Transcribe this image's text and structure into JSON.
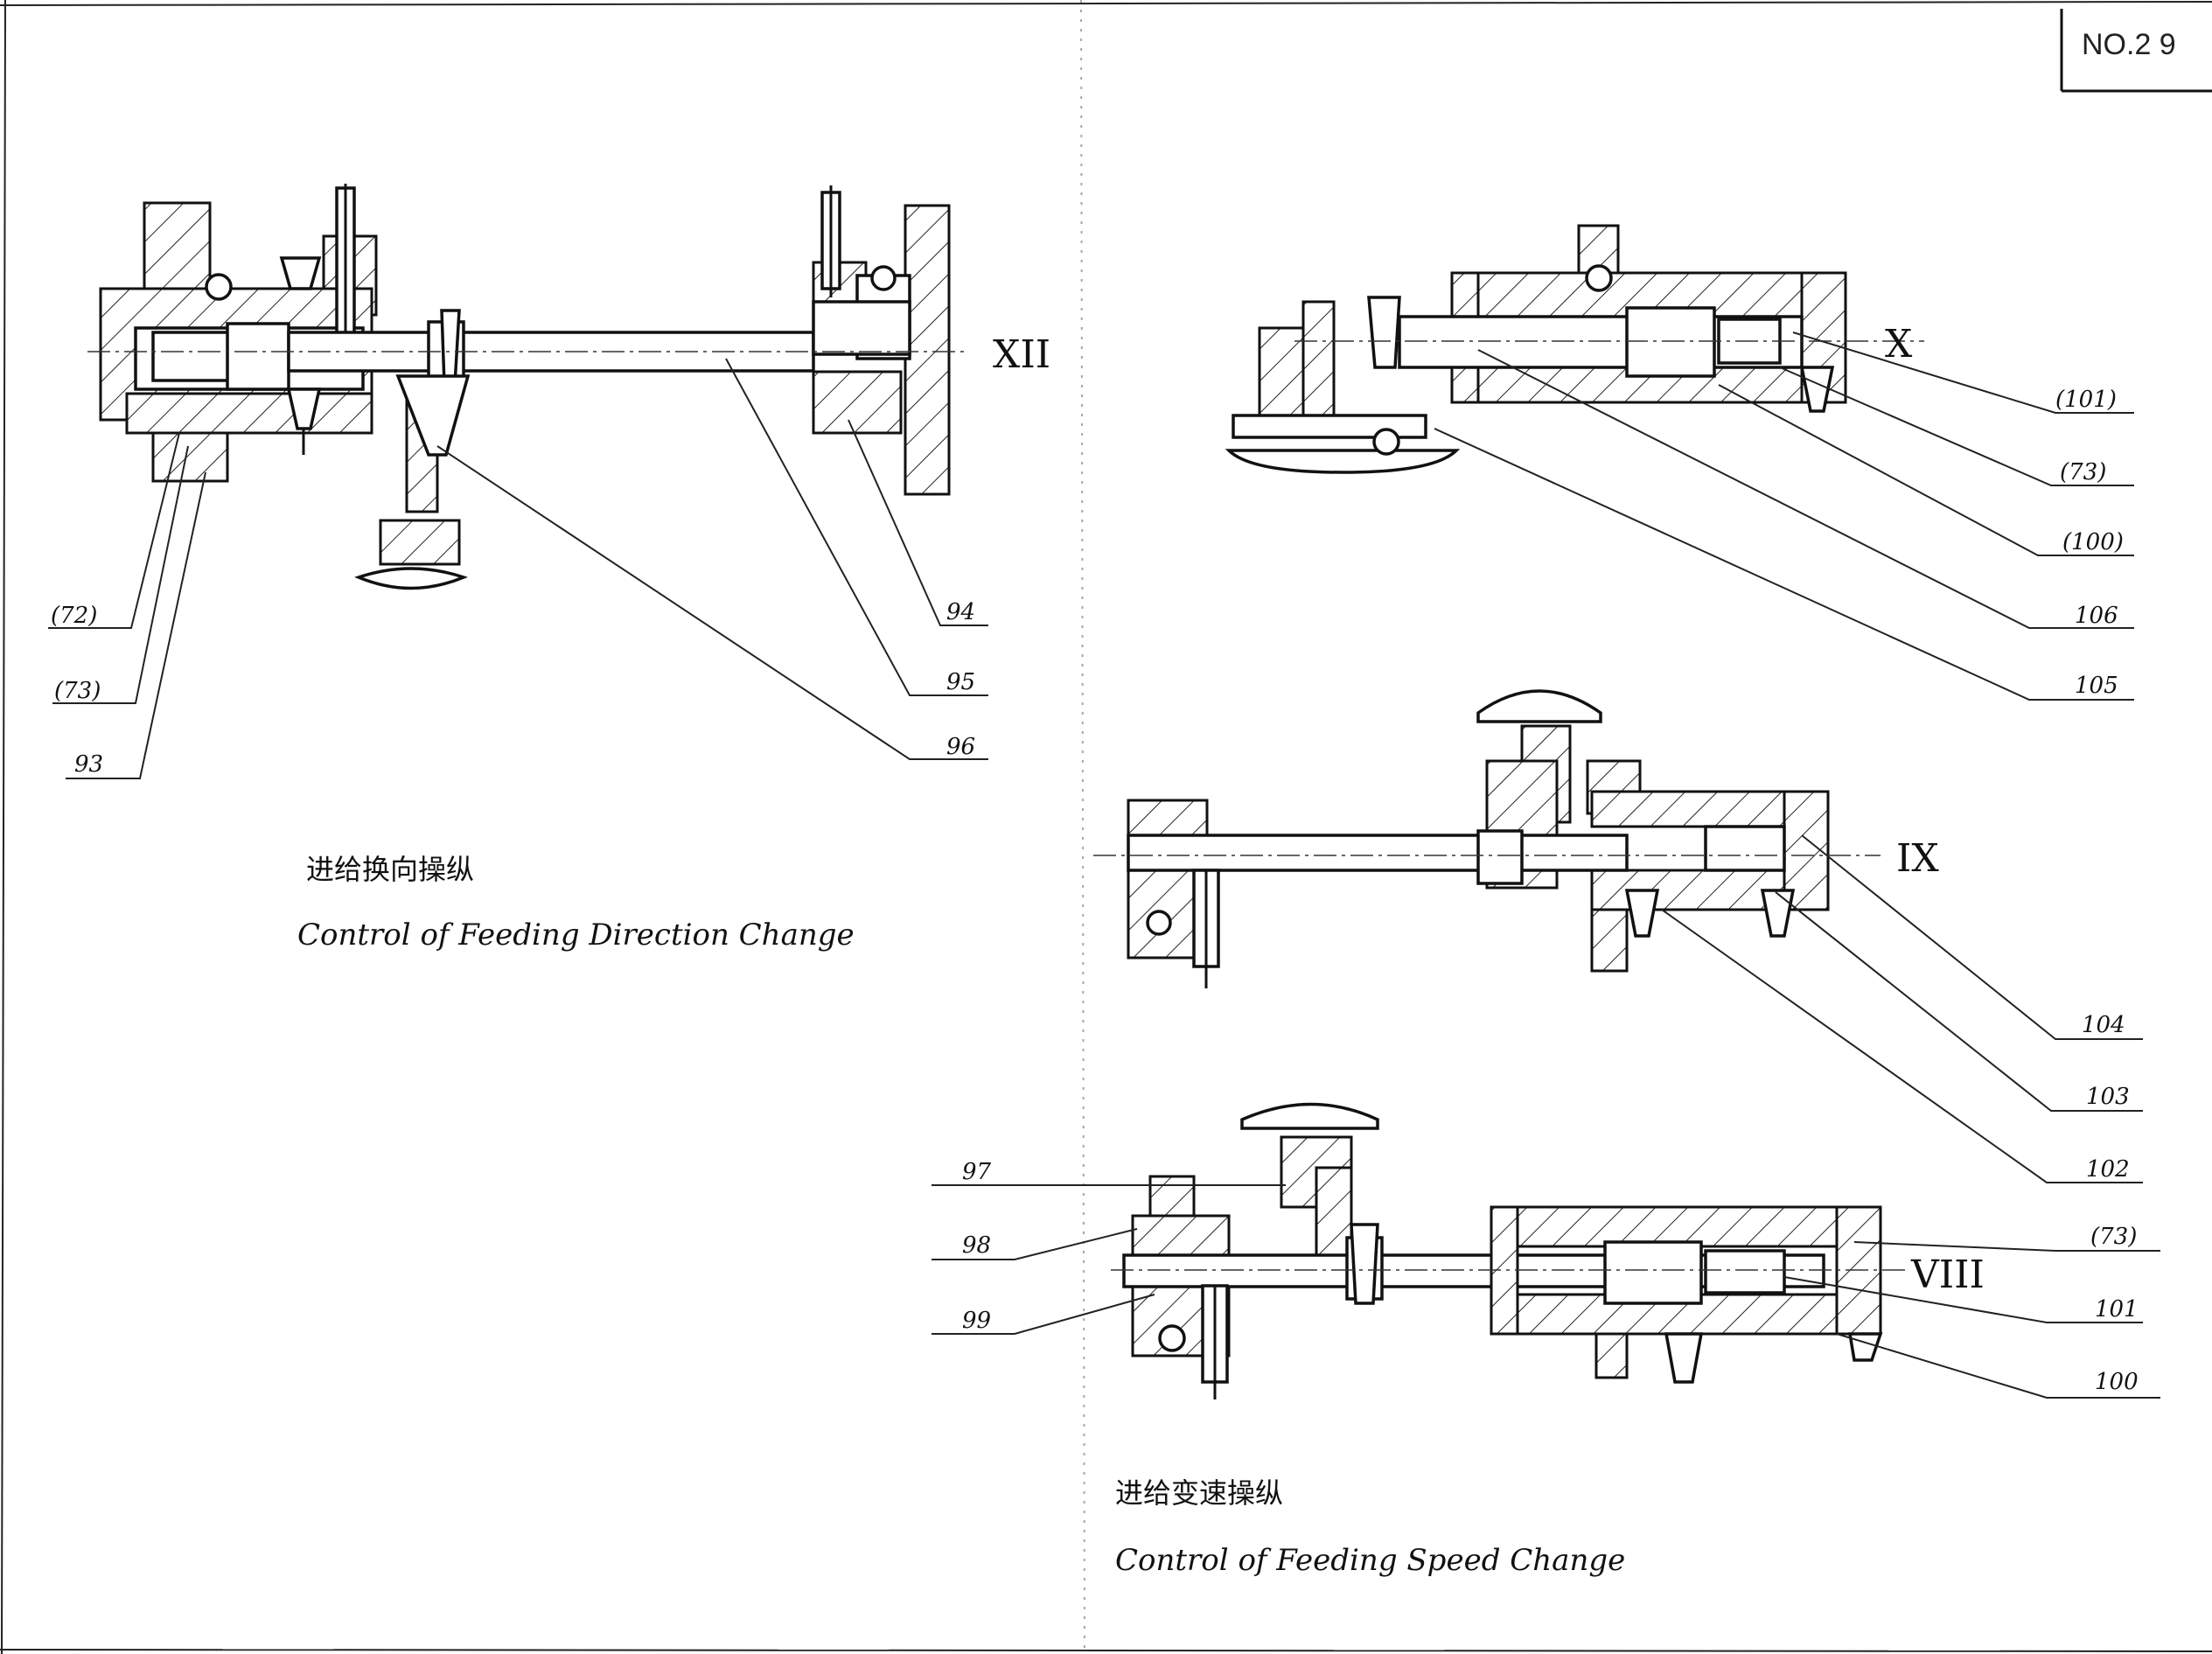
{
  "sheet_number": "NO.2 9",
  "top_drawing": {
    "caption_cn": "进给换向操纵",
    "caption_en": "Control of Feeding Direction Change",
    "shaft_label": "XII",
    "parts": [
      "(72)",
      "(73)",
      "93",
      "94",
      "95",
      "96"
    ]
  },
  "right_top_drawing": {
    "shaft_label": "X",
    "parts": [
      "(101)",
      "(73)",
      "(100)",
      "106",
      "105"
    ]
  },
  "right_mid_drawing": {
    "shaft_label": "IX",
    "parts": [
      "104",
      "103",
      "102"
    ]
  },
  "bottom_drawing": {
    "caption_cn": "进给变速操纵",
    "caption_en": "Control of Feeding Speed Change",
    "shaft_label": "VIII",
    "parts_left": [
      "97",
      "98",
      "99"
    ],
    "parts_right": [
      "(73)",
      "101",
      "100"
    ]
  }
}
